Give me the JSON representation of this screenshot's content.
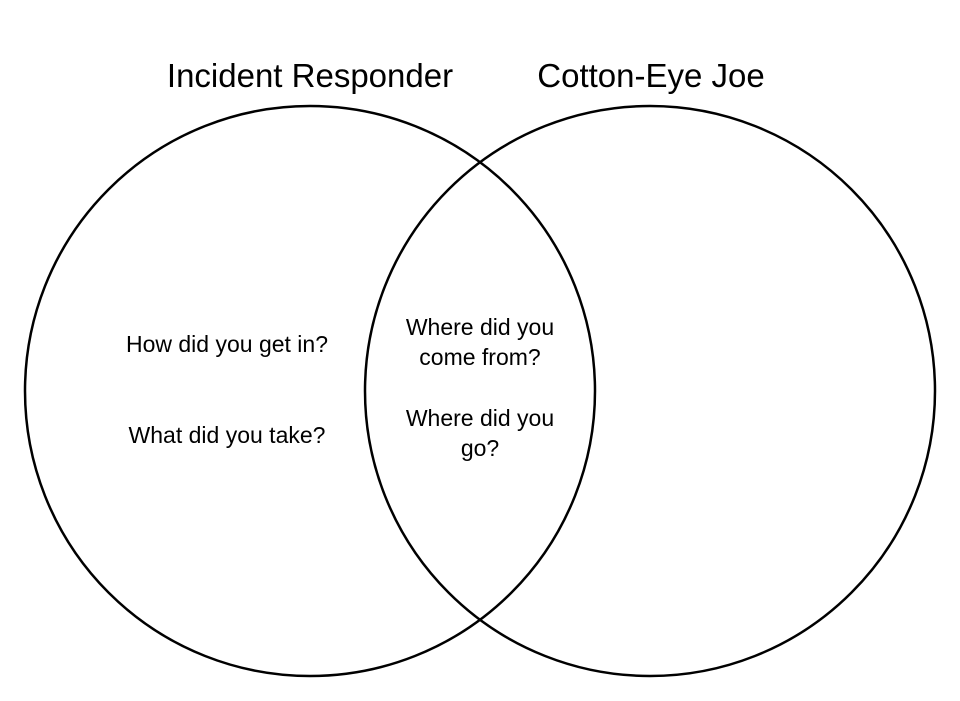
{
  "diagram": {
    "sets": [
      {
        "label": "Incident Responder",
        "color": "#000000"
      },
      {
        "label": "Cotton-Eye Joe",
        "color": "#000000"
      }
    ],
    "regions": {
      "left_only": [
        "How did you get in?",
        "What did you take?"
      ],
      "intersection": [
        "Where did you come from?",
        "Where did you go?"
      ],
      "right_only": []
    }
  }
}
